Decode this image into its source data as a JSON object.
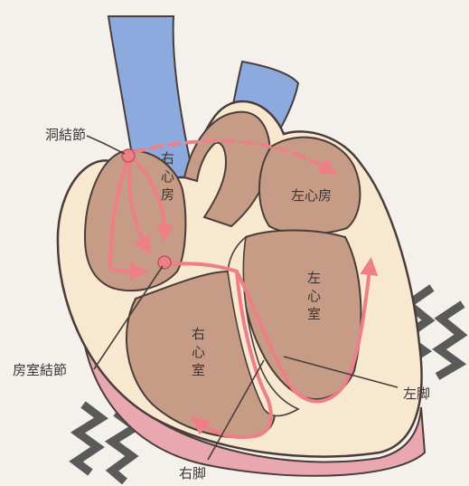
{
  "labels": {
    "sa_node": "洞結節",
    "av_node": "房室結節",
    "right_atrium": [
      "右",
      "心",
      "房"
    ],
    "left_atrium": "左心房",
    "left_ventricle": [
      "左",
      "心",
      "室"
    ],
    "right_ventricle": [
      "右",
      "心",
      "室"
    ],
    "left_bundle": "左脚",
    "right_bundle": "右脚"
  },
  "colors": {
    "background": "#f4f1ec",
    "vessel_blue": "#8daadf",
    "muscle_cream": "#f8e8cf",
    "chamber_brown": "#c69c87",
    "outline": "#4a3d3a",
    "conduction_pink": "#ee7f86",
    "outer_pink": "#e9a7b0",
    "zigzag_gray": "#5a5a5a"
  }
}
